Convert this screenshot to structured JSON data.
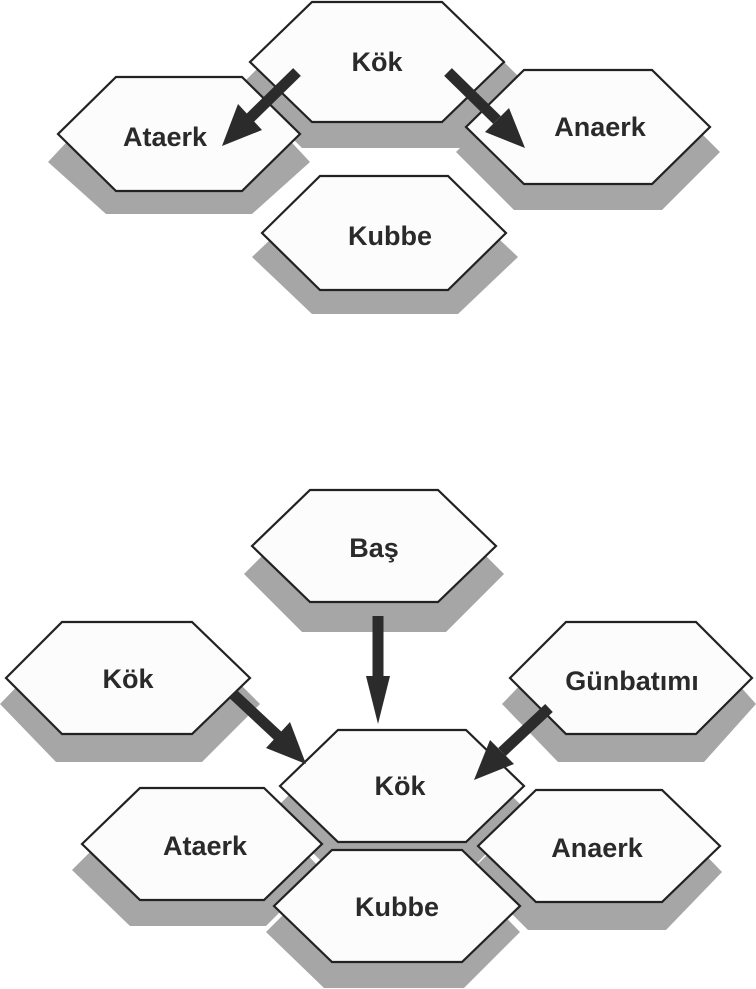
{
  "colors": {
    "hex_fill": "#fcfcfc",
    "hex_stroke": "#222222",
    "shadow": "#a6a6a6",
    "arrow": "#2b2b2b",
    "text": "#2a2a2a"
  },
  "diagram_top": {
    "nodes": {
      "kok": "Kök",
      "ataerk": "Ataerk",
      "anaerk": "Anaerk",
      "kubbe": "Kubbe"
    }
  },
  "diagram_bottom": {
    "nodes": {
      "bas": "Baş",
      "kok_outer": "Kök",
      "gunbatimi": "Günbatımı",
      "kok_center": "Kök",
      "ataerk": "Ataerk",
      "anaerk": "Anaerk",
      "kubbe": "Kubbe"
    }
  }
}
